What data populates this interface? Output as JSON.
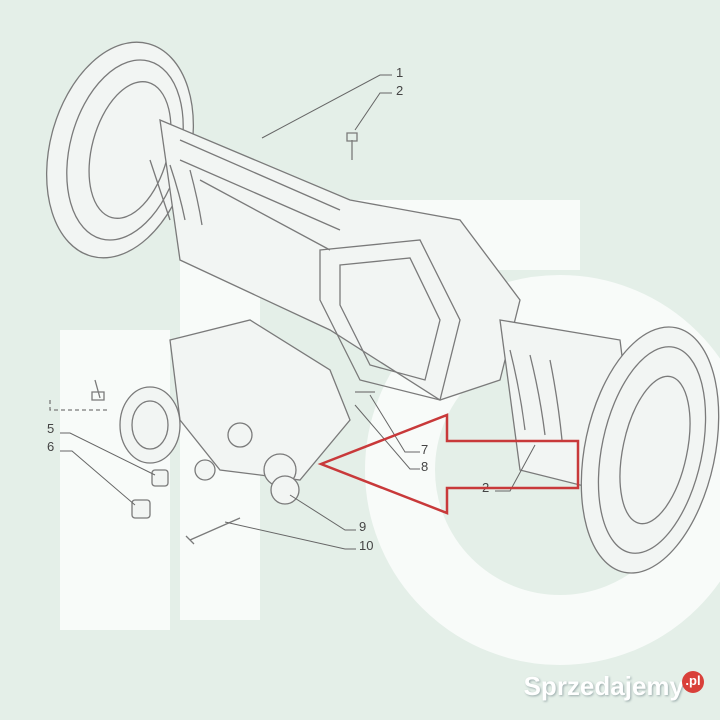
{
  "diagram": {
    "callouts": [
      "1",
      "2",
      "5",
      "6",
      "7",
      "8",
      "9",
      "10",
      "2"
    ],
    "arrow_color": "#c8393a"
  },
  "watermark": {
    "brand": "Sprzedajemy",
    "suffix": ".pl"
  }
}
